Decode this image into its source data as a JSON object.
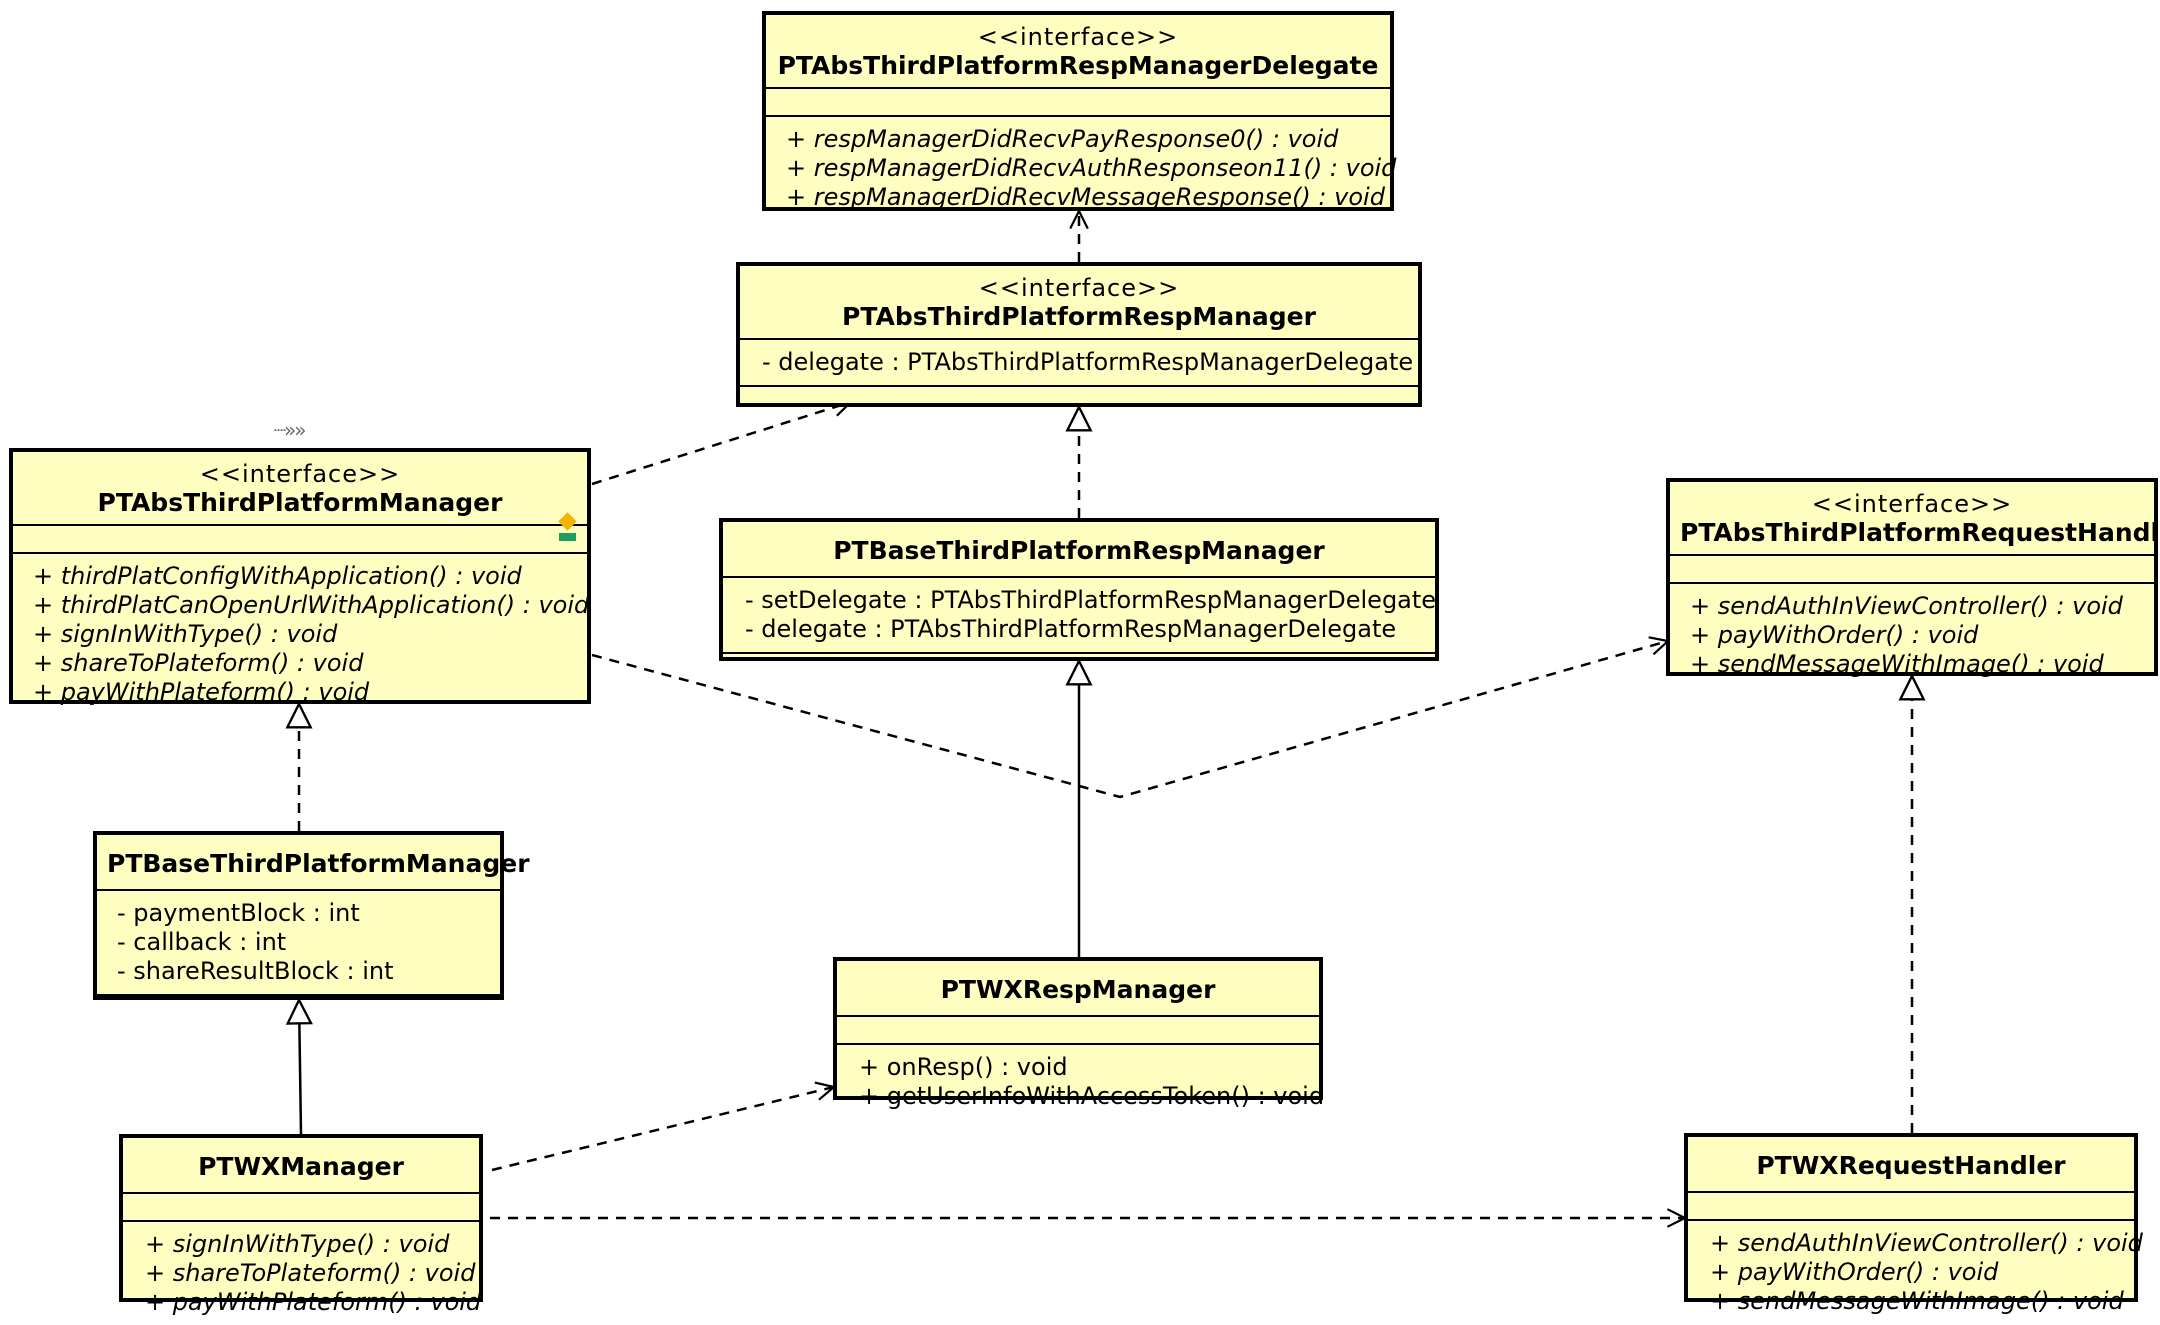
{
  "classes": {
    "resp_delegate": {
      "stereotype": "<<interface>>",
      "name": "PTAbsThirdPlatformRespManagerDelegate",
      "attributes": [],
      "operations": [
        "+ respManagerDidRecvPayResponse0() : void",
        "+ respManagerDidRecvAuthResponseon11() : void",
        "+ respManagerDidRecvMessageResponse() : void"
      ]
    },
    "resp_manager": {
      "stereotype": "<<interface>>",
      "name": "PTAbsThirdPlatformRespManager",
      "attributes": [
        "- delegate : PTAbsThirdPlatformRespManagerDelegate"
      ],
      "operations": []
    },
    "abs_manager": {
      "stereotype": "<<interface>>",
      "name": "PTAbsThirdPlatformManager",
      "attributes": [],
      "operations": [
        "+ thirdPlatConfigWithApplication() : void",
        "+ thirdPlatCanOpenUrlWithApplication() : void",
        "+ signInWithType() : void",
        "+ shareToPlateform() : void",
        "+ payWithPlateform() : void"
      ]
    },
    "base_resp_manager": {
      "name": "PTBaseThirdPlatformRespManager",
      "attributes": [
        "- setDelegate : PTAbsThirdPlatformRespManagerDelegate",
        "- delegate : PTAbsThirdPlatformRespManagerDelegate"
      ],
      "operations": []
    },
    "request_handler": {
      "stereotype": "<<interface>>",
      "name": "PTAbsThirdPlatformRequestHandler",
      "attributes": [],
      "operations": [
        "+ sendAuthInViewController() : void",
        "+ payWithOrder() : void",
        "+ sendMessageWithImage() : void"
      ]
    },
    "base_manager": {
      "name": "PTBaseThirdPlatformManager",
      "attributes": [
        "- paymentBlock : int",
        "- callback : int",
        "- shareResultBlock : int"
      ],
      "operations": []
    },
    "wx_resp_manager": {
      "name": "PTWXRespManager",
      "attributes": [],
      "operations": [
        "+ onResp() : void",
        "+ getUserInfoWithAccessToken() : void"
      ]
    },
    "wx_manager": {
      "name": "PTWXManager",
      "attributes": [],
      "operations": [
        "+ signInWithType() : void",
        "+ shareToPlateform() : void",
        "+ payWithPlateform() : void"
      ]
    },
    "wx_request_handler": {
      "name": "PTWXRequestHandler",
      "attributes": [],
      "operations": [
        "+ sendAuthInViewController() : void",
        "+ payWithOrder() : void",
        "+ sendMessageWithImage() : void"
      ]
    }
  },
  "relations": [
    {
      "from": "resp_manager",
      "to": "resp_delegate",
      "kind": "dependency"
    },
    {
      "from": "base_resp_manager",
      "to": "resp_manager",
      "kind": "realization"
    },
    {
      "from": "abs_manager",
      "to": "resp_manager",
      "kind": "dependency"
    },
    {
      "from": "abs_manager",
      "to": "request_handler",
      "kind": "dependency"
    },
    {
      "from": "base_manager",
      "to": "abs_manager",
      "kind": "realization"
    },
    {
      "from": "wx_resp_manager",
      "to": "base_resp_manager",
      "kind": "generalization"
    },
    {
      "from": "wx_manager",
      "to": "base_manager",
      "kind": "generalization"
    },
    {
      "from": "wx_manager",
      "to": "wx_resp_manager",
      "kind": "dependency"
    },
    {
      "from": "wx_manager",
      "to": "wx_request_handler",
      "kind": "dependency"
    },
    {
      "from": "wx_request_handler",
      "to": "request_handler",
      "kind": "realization"
    }
  ]
}
